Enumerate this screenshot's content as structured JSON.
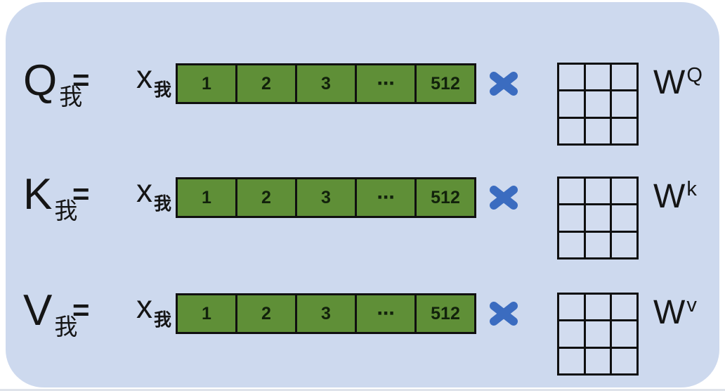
{
  "panel": {
    "background": "#cdd9ee",
    "page_background": "#ffffff"
  },
  "colors": {
    "vector_fill": "#5f8f37",
    "vector_border": "#101010",
    "vector_text": "#12220c",
    "grid_line": "#101010",
    "grid_cell_fill": "#d2dcef",
    "multiply_cross": "#3b6cc0",
    "label_text": "#151515"
  },
  "rows": [
    {
      "output_symbol": "Q",
      "output_subscript": "我",
      "equals": "=",
      "input_symbol": "x",
      "input_subscript": "我",
      "cells": [
        "1",
        "2",
        "3",
        "⋯",
        "512"
      ],
      "weight_symbol": "W",
      "weight_superscript": "Q"
    },
    {
      "output_symbol": "K",
      "output_subscript": "我",
      "equals": "=",
      "input_symbol": "x",
      "input_subscript": "我",
      "cells": [
        "1",
        "2",
        "3",
        "⋯",
        "512"
      ],
      "weight_symbol": "W",
      "weight_superscript": "k"
    },
    {
      "output_symbol": "V",
      "output_subscript": "我",
      "equals": "=",
      "input_symbol": "x",
      "input_subscript": "我",
      "cells": [
        "1",
        "2",
        "3",
        "⋯",
        "512"
      ],
      "weight_symbol": "W",
      "weight_superscript": "v"
    }
  ]
}
